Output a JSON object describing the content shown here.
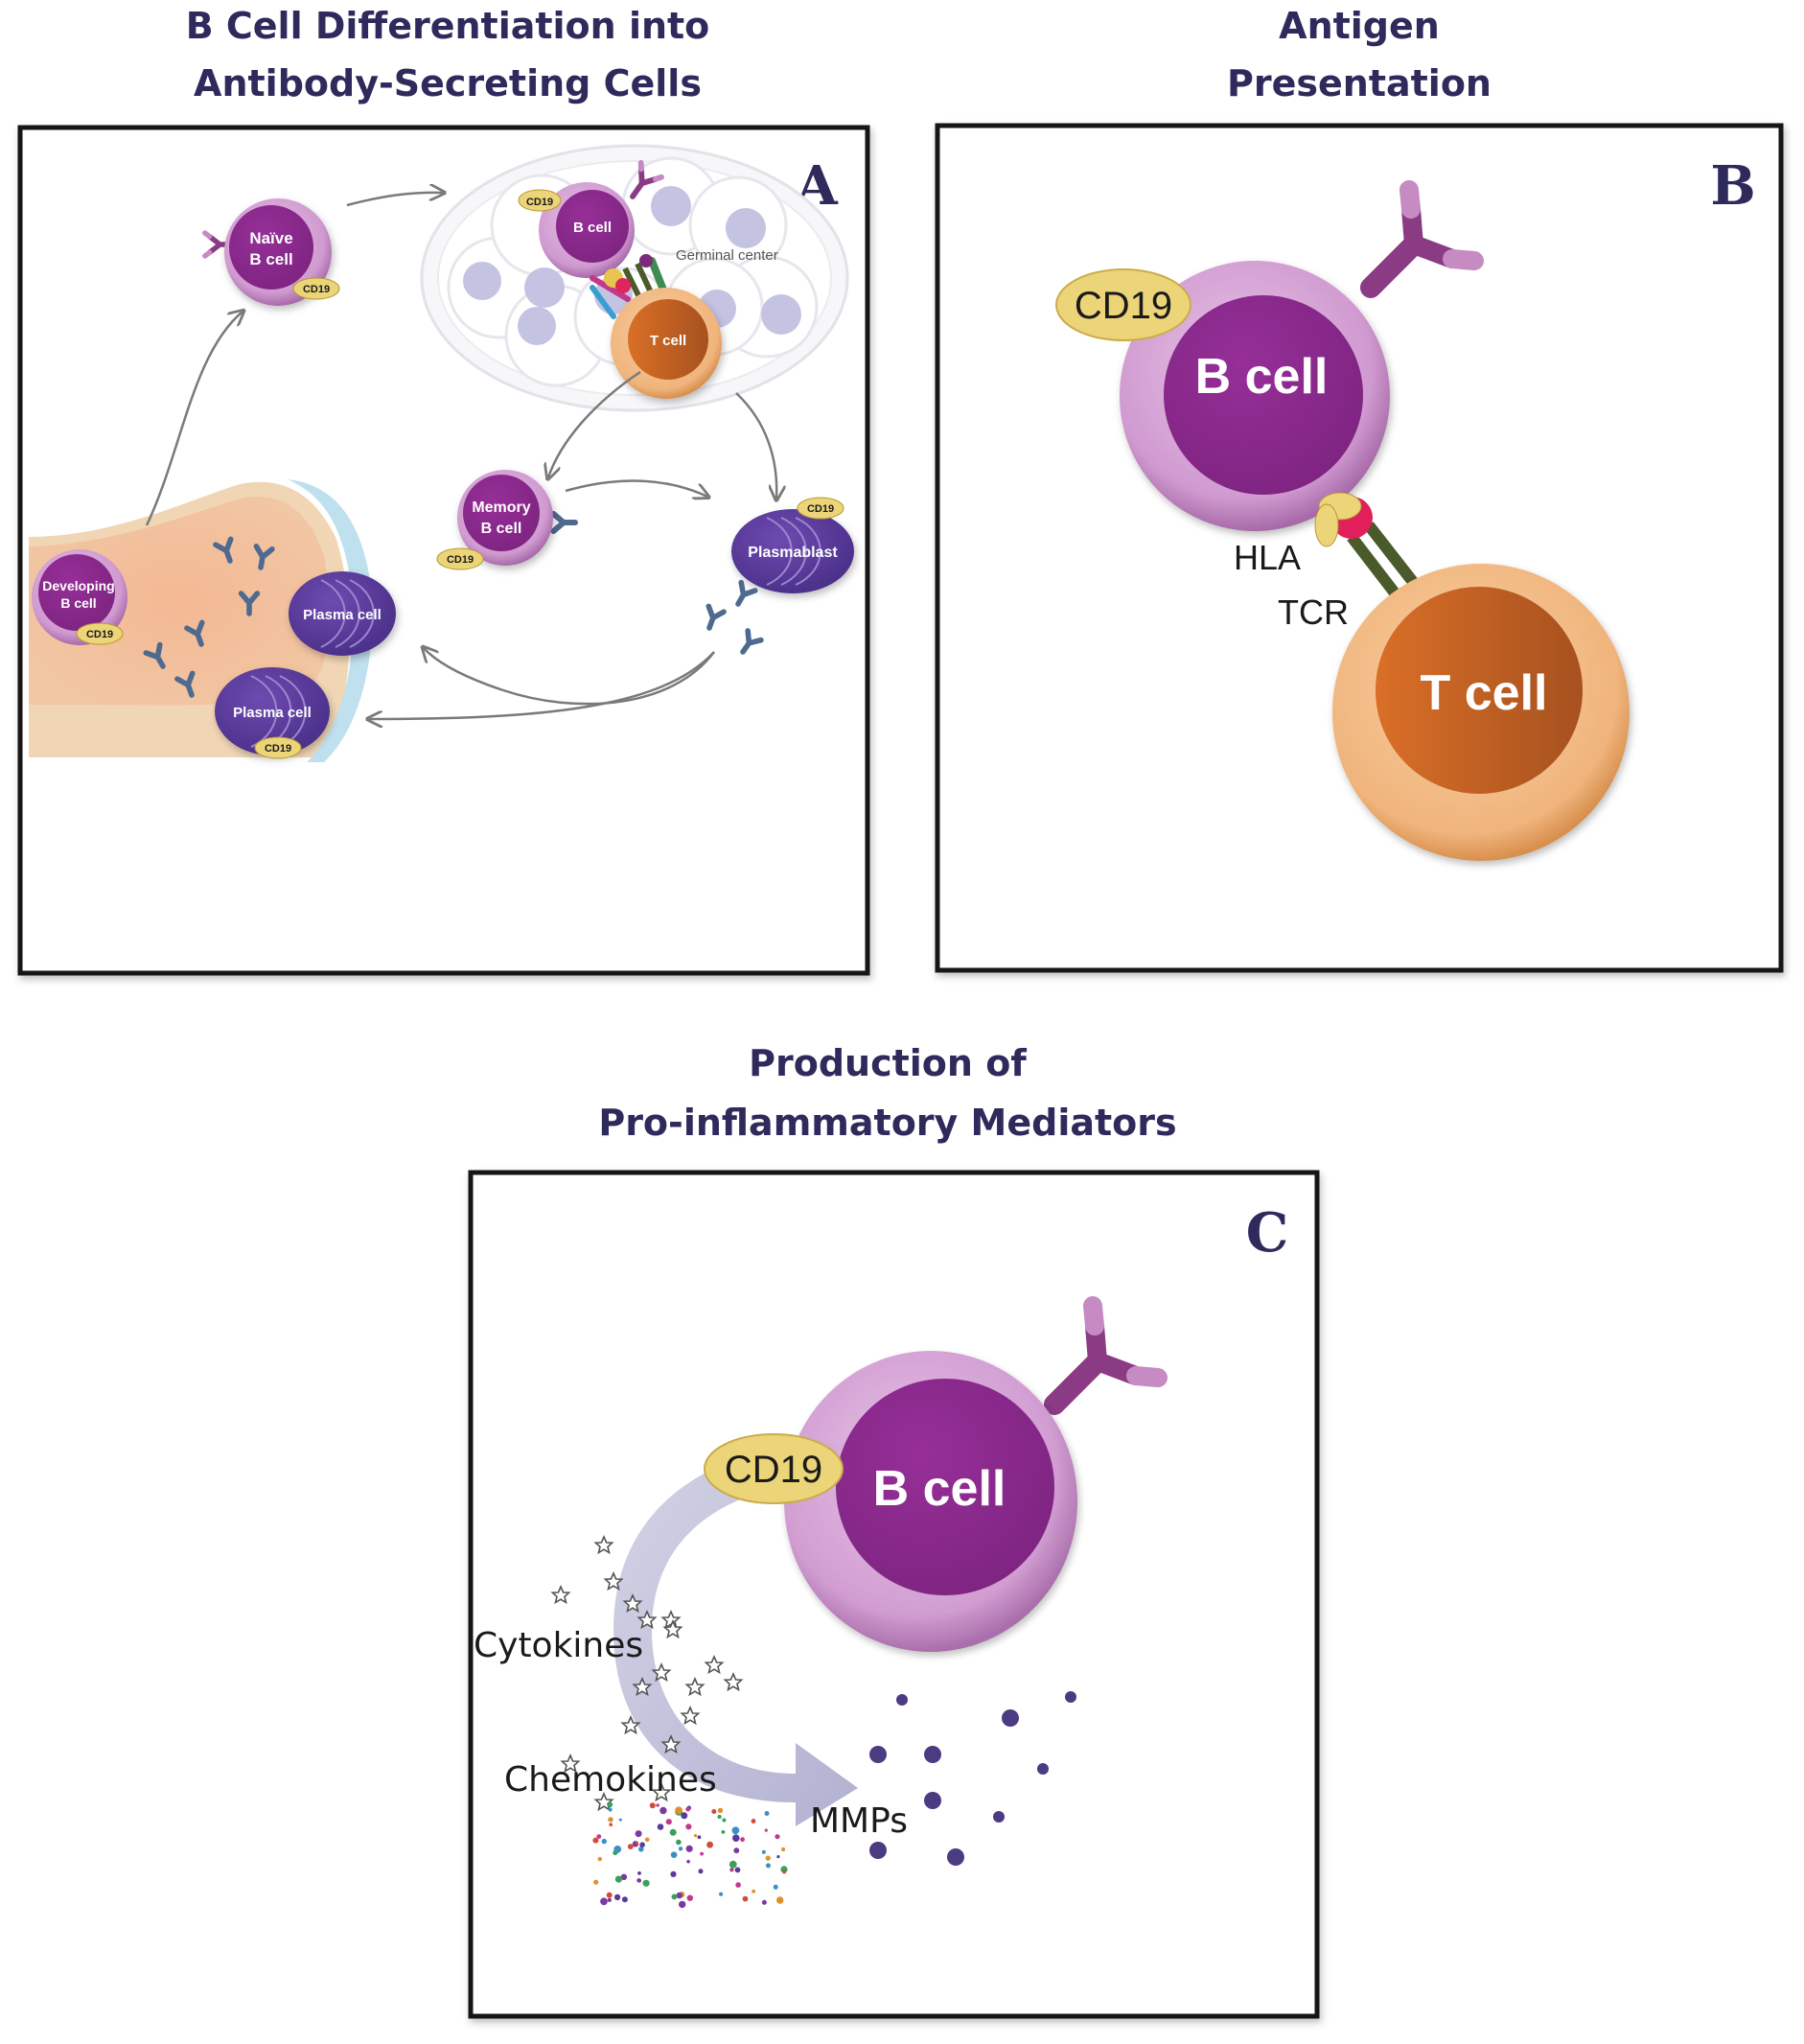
{
  "figure": {
    "panels": [
      {
        "id": "A",
        "letter": "A",
        "title_lines": [
          "B Cell Differentiation into",
          "Antibody-Secreting Cells"
        ],
        "labels": {
          "naive_b_cell": [
            "Naïve",
            "B cell"
          ],
          "germinal_b_cell": "B cell",
          "germinal_t_cell": "T cell",
          "germinal_center": "Germinal center",
          "memory_b_cell": [
            "Memory",
            "B cell"
          ],
          "plasmablast": "Plasmablast",
          "developing_b_cell": [
            "Developing",
            "B cell"
          ],
          "plasma_cell_1": "Plasma cell",
          "plasma_cell_2": "Plasma cell",
          "cd19": "CD19"
        }
      },
      {
        "id": "B",
        "letter": "B",
        "title_lines": [
          "Antigen",
          "Presentation"
        ],
        "labels": {
          "cd19": "CD19",
          "b_cell": "B cell",
          "hla": "HLA",
          "tcr": "TCR",
          "t_cell": "T cell"
        }
      },
      {
        "id": "C",
        "letter": "C",
        "title_lines": [
          "Production of",
          "Pro-inflammatory Mediators"
        ],
        "labels": {
          "cd19": "CD19",
          "b_cell": "B cell",
          "cytokines": "Cytokines",
          "chemokines": "Chemokines",
          "mmps": "MMPs"
        }
      }
    ],
    "colors": {
      "title": "#2e2a5c",
      "b_cell_outer": "#d7a6d6",
      "b_cell_nucleus": "#8a2a8c",
      "t_cell_outer": "#f2b981",
      "t_cell_nucleus": "#b5561f",
      "plasma_cell": "#5b3d9c",
      "cd19": "#ecd478",
      "mmp": "#4b3b82",
      "flow_arrow": "#b9b8d6"
    }
  }
}
